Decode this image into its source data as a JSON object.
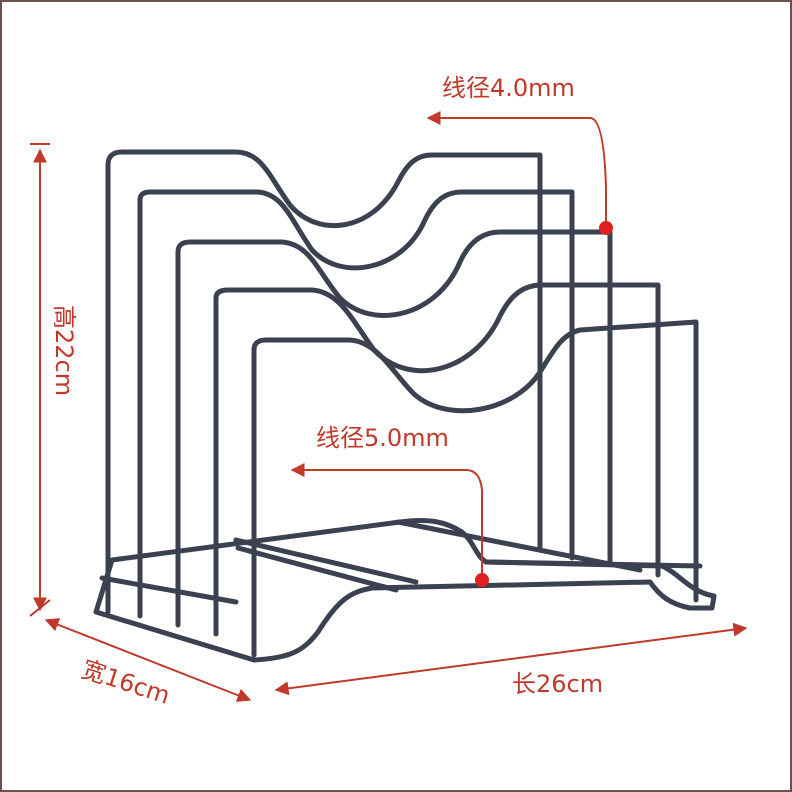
{
  "product": "dish rack",
  "annotations": {
    "wire_top": "线径4.0mm",
    "wire_bottom": "线径5.0mm",
    "height": "高22cm",
    "width": "宽16cm",
    "length": "长26cm"
  },
  "colors": {
    "wire": "#3b4150",
    "annotation": "#c0392b",
    "frame": "#6b5450"
  }
}
